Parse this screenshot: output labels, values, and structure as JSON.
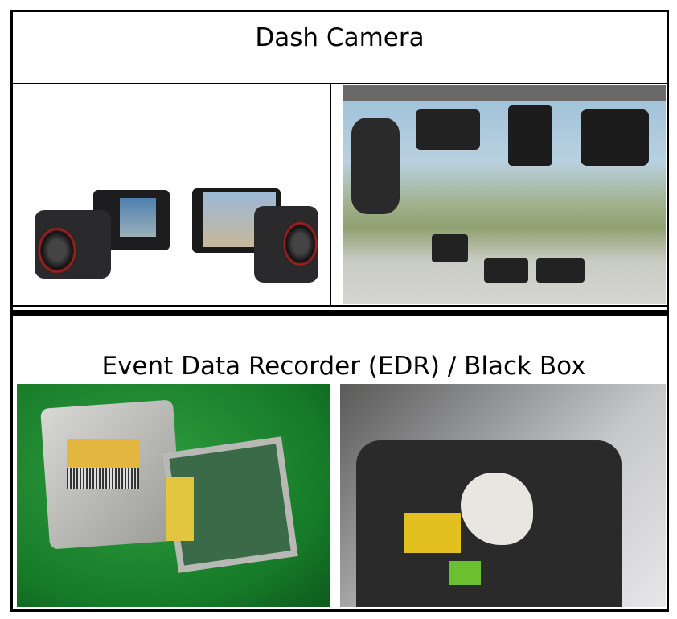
{
  "sections": [
    {
      "title": "Dash Camera",
      "images": [
        {
          "name": "dash-camera-products",
          "icon": "dash-camera-photo"
        },
        {
          "name": "dash-cameras-mounted-on-windshield",
          "icon": "windshield-photo"
        }
      ]
    },
    {
      "title": "Event Data Recorder (EDR) / Black Box",
      "images": [
        {
          "name": "airbag-sensor-module",
          "icon": "edr-module-photo"
        },
        {
          "name": "crashed-car-interior-with-edr",
          "icon": "car-interior-photo"
        }
      ]
    }
  ],
  "colors": {
    "border": "#000000",
    "background": "#ffffff",
    "green_backdrop": "#1f8a30"
  }
}
